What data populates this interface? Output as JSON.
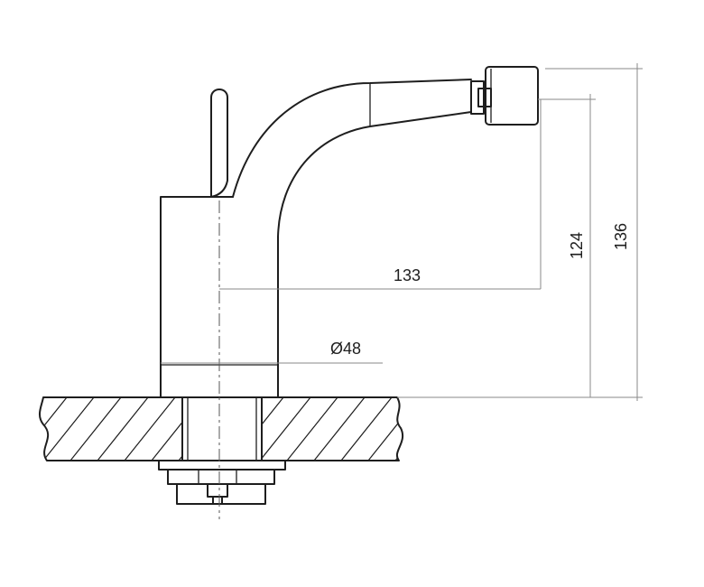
{
  "diagram": {
    "dimensions": {
      "spout_reach": "133",
      "outlet_height": "124",
      "total_height": "136",
      "body_diameter": "Ø48"
    }
  }
}
